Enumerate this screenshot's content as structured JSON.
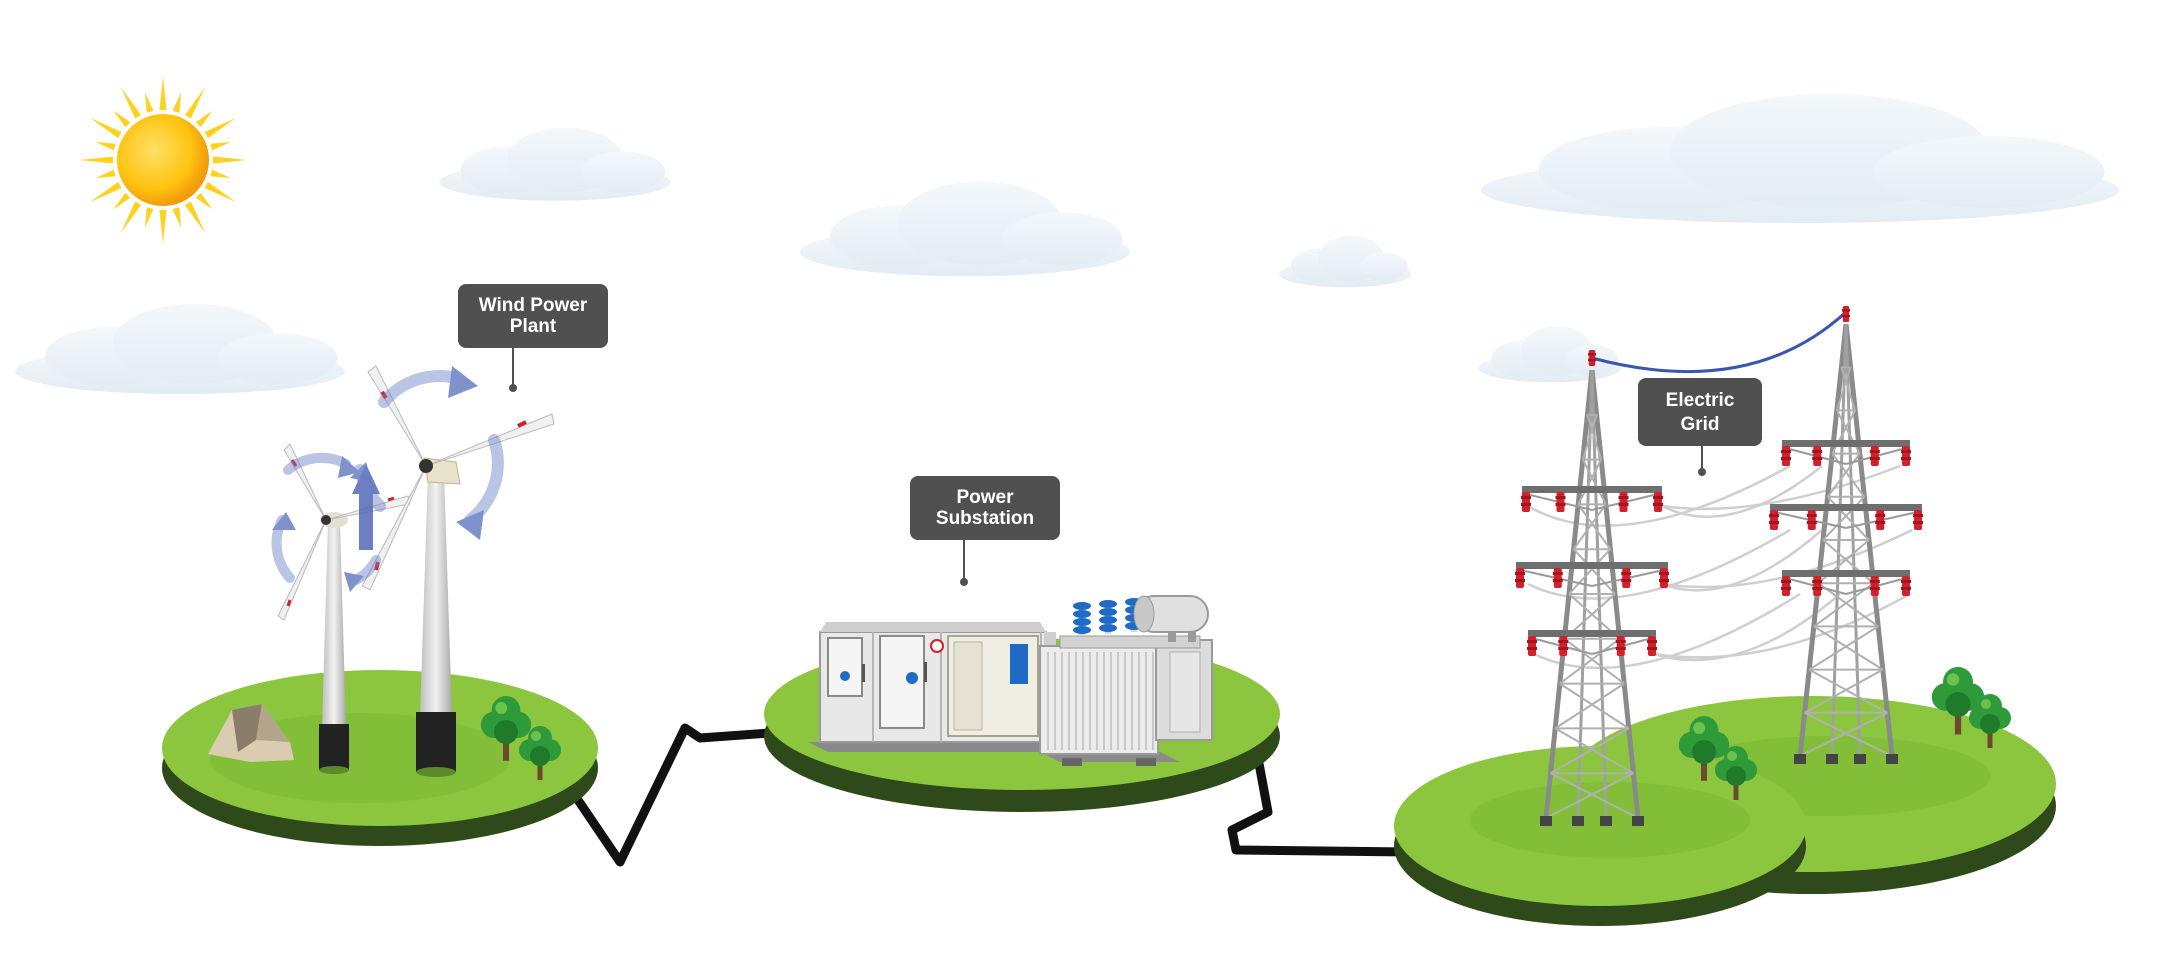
{
  "labels": {
    "wind": {
      "line1": "Wind Power",
      "line2": "Plant"
    },
    "substation": {
      "line1": "Power",
      "line2": "Substation"
    },
    "grid": {
      "line1": "Electric",
      "line2": "Grid"
    }
  },
  "icons": {
    "sun": "sun-icon",
    "rotation": "rotation-arrow-icon",
    "tree": "tree-icon"
  },
  "colors": {
    "grass": "#8cc63f",
    "grass_edge": "#2e4a1a",
    "callout": "#505050",
    "cable": "#111111",
    "insulator": "#d4202a",
    "arrow": "#6b7fc4",
    "sun": "#ffc20e",
    "sky_wire": "#3a56b0"
  }
}
